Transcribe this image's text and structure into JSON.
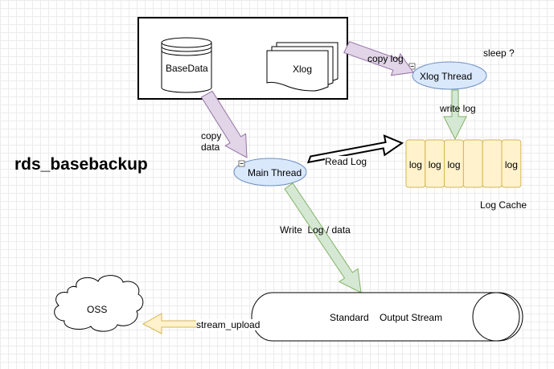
{
  "title": "rds_basebackup",
  "nodes": {
    "basedata": "BaseData",
    "xlog": "Xlog",
    "xlog_thread": "Xlog Thread",
    "main_thread": "Main Thread",
    "log_cache": "Log Cache",
    "output_stream": "Standard    Output Stream",
    "oss": "OSS"
  },
  "log_cells": [
    "log",
    "log",
    "log",
    "",
    "",
    "log"
  ],
  "edges": {
    "copy_log": "copy log",
    "sleep": "sleep ?",
    "write_log": "write log",
    "copy_data_1": "copy",
    "copy_data_2": "data",
    "read_log": "Read Log",
    "write_log_data": "Write  Log / data",
    "stream_upload": "stream_upload"
  },
  "colors": {
    "purple_arrow": "#e1d5e7",
    "purple_stroke": "#9673a6",
    "green_arrow": "#d5e8d4",
    "green_stroke": "#82b366",
    "yellow_arrow": "#fff2cc",
    "yellow_stroke": "#d6b656",
    "thread_fill": "#dae8fc",
    "thread_stroke": "#6c8ebf",
    "cache_fill": "#fff2cc",
    "cache_stroke": "#d6b656"
  }
}
